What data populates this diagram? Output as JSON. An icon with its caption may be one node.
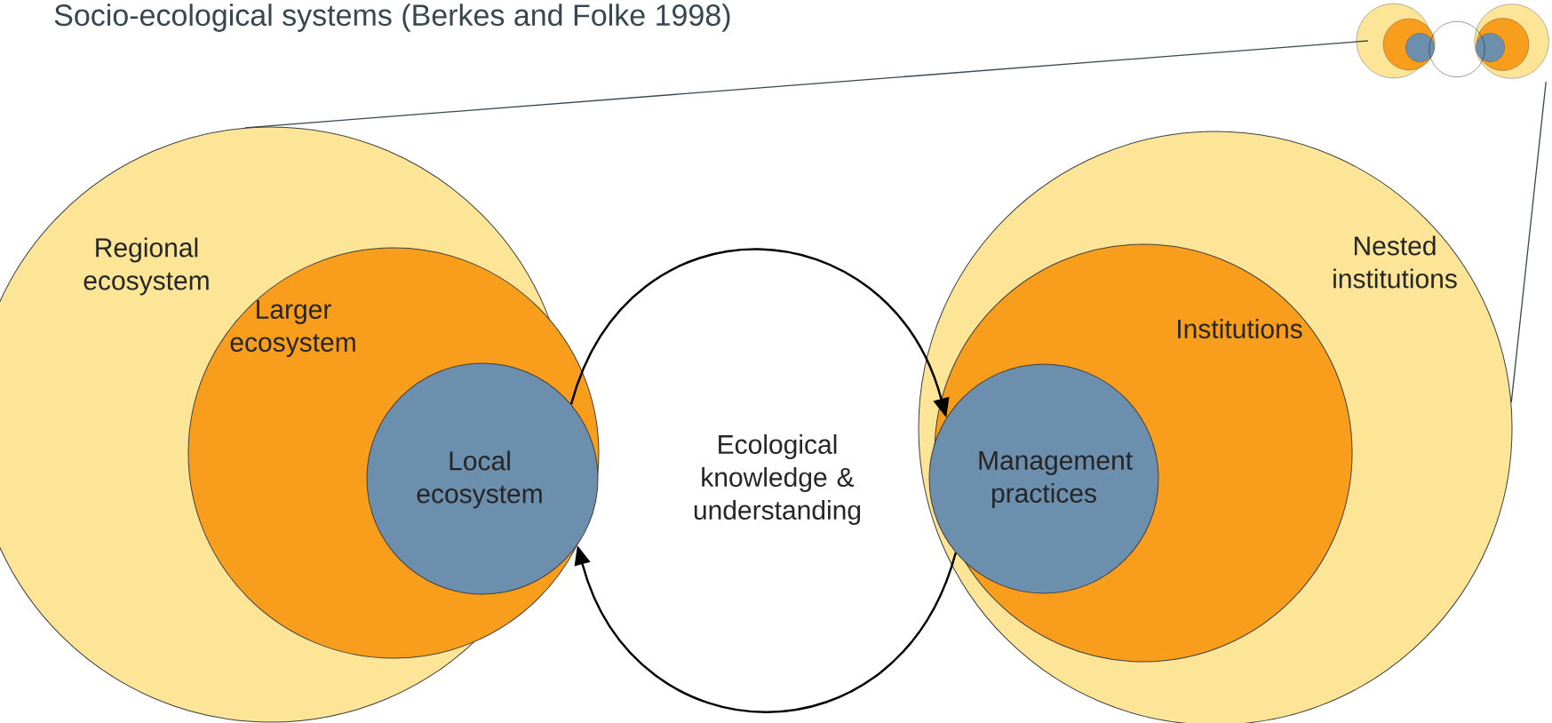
{
  "diagram": {
    "title": "Socio-ecological systems (Berkes and Folke 1998)",
    "nodes": [
      {
        "text": [
          "Regional ecosystem"
        ]
      },
      {
        "text": [
          "Larger ecosystem"
        ],
        "in": 0
      },
      {
        "text": [
          "Local ecosystem"
        ],
        "in": 1
      },
      {
        "text": [
          "Ecological knowledge & understanding"
        ]
      },
      {
        "text": [
          "Nested institutions"
        ]
      },
      {
        "text": [
          "Institutions"
        ],
        "in": 4
      },
      {
        "text": [
          "Management practices"
        ],
        "in": 5
      },
      {
        "text": [],
        "shape": "picture"
      }
    ],
    "edges": [
      {
        "from": 2,
        "to": 6,
        "arrow": "to"
      },
      {
        "from": 6,
        "to": 2,
        "arrow": "to"
      },
      {
        "from": 7,
        "to": 0,
        "arrow": "none"
      },
      {
        "from": 7,
        "to": 4,
        "arrow": "none"
      }
    ]
  }
}
